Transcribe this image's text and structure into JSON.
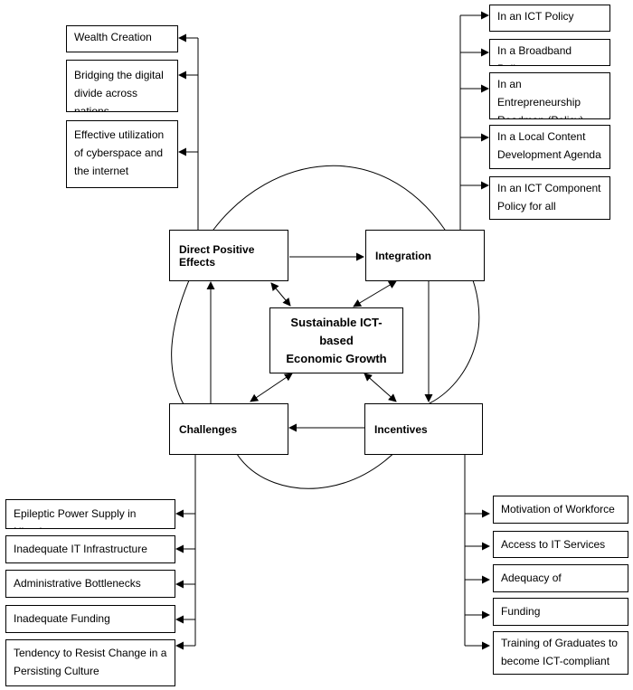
{
  "nodes": {
    "direct": "Direct Positive Effects",
    "integration": "Integration",
    "center": "Sustainable ICT-based\nEconomic Growth",
    "challenges": "Challenges",
    "incentives": "Incentives"
  },
  "effects": [
    "Wealth Creation",
    "Bridging the digital\ndivide across nations",
    "Effective utilization\nof cyberspace and\nthe internet"
  ],
  "policies": [
    "In an ICT Policy",
    "In a Broadband Policy",
    "In an Entrepreneurship\nRoadmap (Policy)",
    "In a Local Content\nDevelopment Agenda",
    "In an ICT Component\nPolicy for all"
  ],
  "challenges": [
    "Epileptic Power Supply in Nigeria",
    "Inadequate IT Infrastructure",
    "Administrative Bottlenecks",
    "Inadequate Funding",
    "Tendency to Resist Change in a\nPersisting Culture"
  ],
  "incentives": [
    "Motivation of Workforce",
    "Access to IT Services",
    "Adequacy of Infrastructure",
    "Funding",
    "Training of Graduates to\nbecome ICT-compliant"
  ]
}
